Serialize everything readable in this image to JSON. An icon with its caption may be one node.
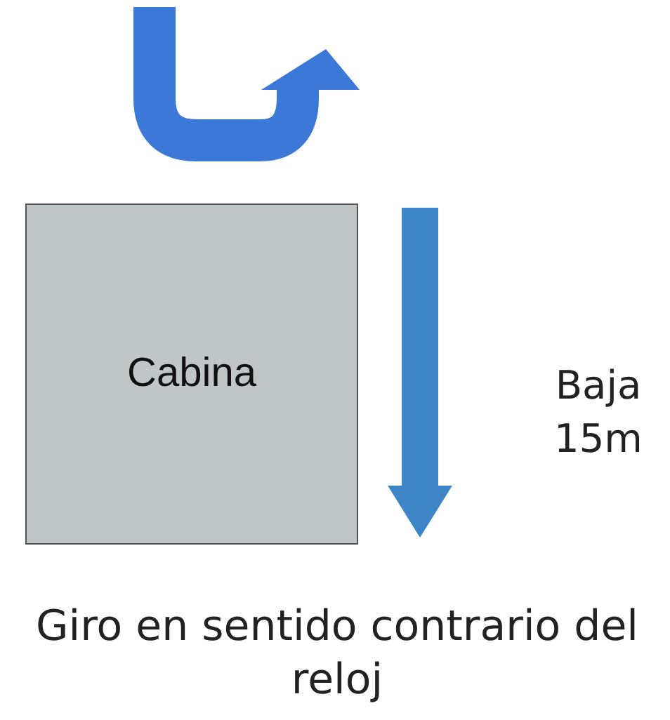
{
  "diagram": {
    "nodes": [
      {
        "text": [
          "Cabina"
        ]
      }
    ],
    "labels": [
      "Baja 15m",
      "Giro en sentido contrario del reloj"
    ]
  }
}
